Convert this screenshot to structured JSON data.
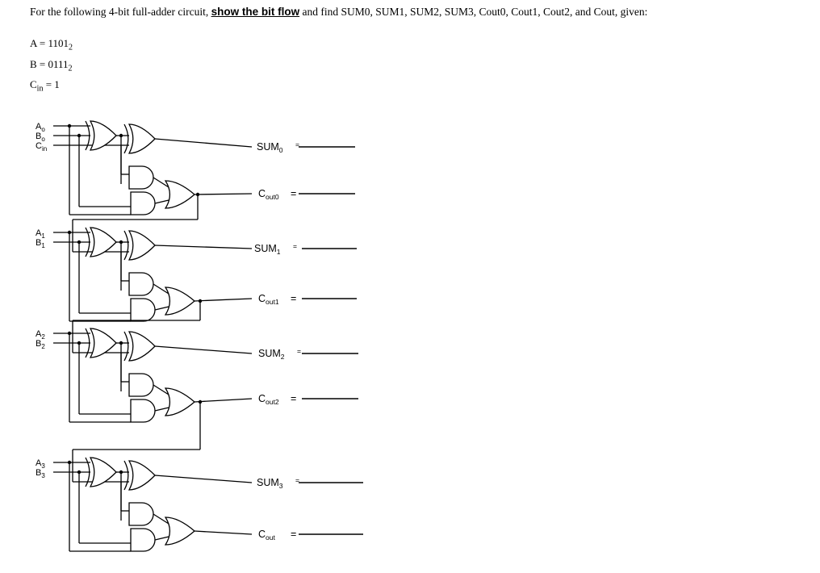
{
  "problem": {
    "pre": "For the following 4-bit full-adder circuit,",
    "bold": "show the bit flow",
    "post": "and find SUM0, SUM1, SUM2, SUM3, Cout0, Cout1, Cout2, and Cout, given:"
  },
  "givens": {
    "a_label": "A = 1101",
    "a_base": "2",
    "b_label": "B = 0111",
    "b_base": "2",
    "cin_c": "C",
    "cin_sub": "in",
    "cin_val": "= 1"
  },
  "stages": [
    {
      "in_a": "A",
      "in_a_sub": "o",
      "in_b": "B",
      "in_b_sub": "o",
      "in_c": "C",
      "in_c_sub": "in",
      "sum_label": "SUM",
      "sum_sub": "0",
      "sum_eq": "=",
      "cout_label": "C",
      "cout_sub": "out0",
      "cout_eq": "="
    },
    {
      "in_a": "A",
      "in_a_sub": "1",
      "in_b": "B",
      "in_b_sub": "1",
      "sum_label": "SUM",
      "sum_sub": "1",
      "sum_eq": "=",
      "cout_label": "C",
      "cout_sub": "out1",
      "cout_eq": "="
    },
    {
      "in_a": "A",
      "in_a_sub": "2",
      "in_b": "B",
      "in_b_sub": "2",
      "sum_label": "SUM",
      "sum_sub": "2",
      "sum_eq": "=",
      "cout_label": "C",
      "cout_sub": "out2",
      "cout_eq": "="
    },
    {
      "in_a": "A",
      "in_a_sub": "3",
      "in_b": "B",
      "in_b_sub": "3",
      "sum_label": "SUM",
      "sum_sub": "3",
      "sum_eq": "=",
      "cout_label": "C",
      "cout_sub": "out",
      "cout_eq": "="
    }
  ]
}
